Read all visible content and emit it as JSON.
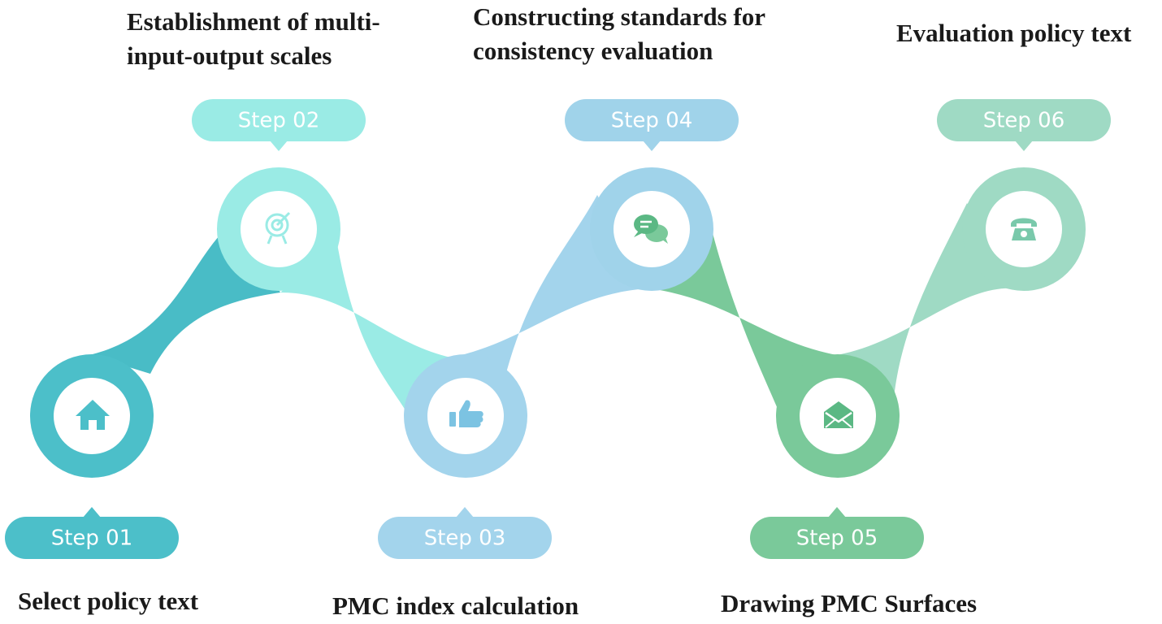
{
  "steps": [
    {
      "label": "Step 01",
      "description": "Select policy text",
      "color": "#4cbfc9",
      "icon": "home-icon"
    },
    {
      "label": "Step 02",
      "description": "Establishment of multi-\ninput-output scales",
      "color": "#9aebe5",
      "icon": "target-icon"
    },
    {
      "label": "Step 03",
      "description": "PMC index calculation",
      "color": "#a3d4ec",
      "icon": "thumbs-up-icon"
    },
    {
      "label": "Step 04",
      "description": "Constructing standards for\nconsistency evaluation",
      "color": "#a0d3ea",
      "icon": "chat-bubbles-icon"
    },
    {
      "label": "Step 05",
      "description": "Drawing PMC Surfaces",
      "color": "#7ac99a",
      "icon": "envelope-icon"
    },
    {
      "label": "Step 06",
      "description": "Evaluation policy text",
      "color": "#9fdac4",
      "icon": "telephone-icon"
    }
  ]
}
